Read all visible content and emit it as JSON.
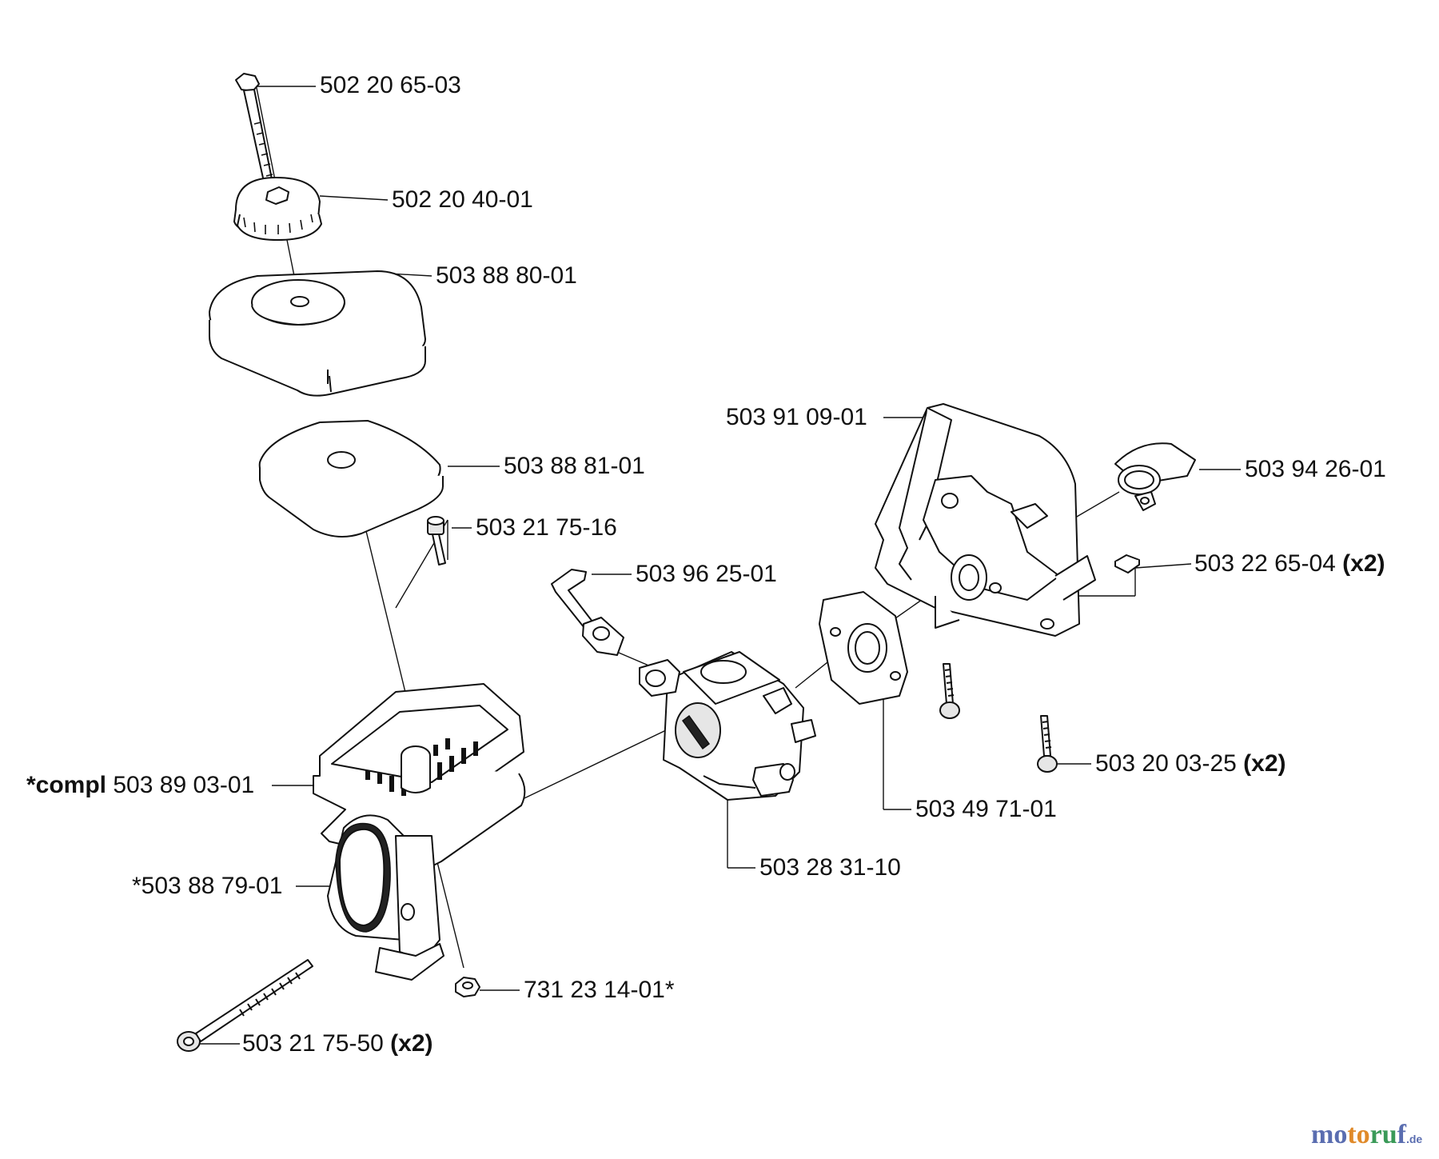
{
  "parts": [
    {
      "number": "502 20 65-03",
      "prefix": "",
      "qty": ""
    },
    {
      "number": "502 20 40-01",
      "prefix": "",
      "qty": ""
    },
    {
      "number": "503 88 80-01",
      "prefix": "",
      "qty": ""
    },
    {
      "number": "503 88 81-01",
      "prefix": "",
      "qty": ""
    },
    {
      "number": "503 21 75-16",
      "prefix": "",
      "qty": ""
    },
    {
      "number": "503 96 25-01",
      "prefix": "",
      "qty": ""
    },
    {
      "number": "503 91 09-01",
      "prefix": "",
      "qty": ""
    },
    {
      "number": "503 94 26-01",
      "prefix": "",
      "qty": ""
    },
    {
      "number": "503 22 65-04",
      "prefix": "",
      "qty": "(x2)"
    },
    {
      "number": "503 89 03-01",
      "prefix": "*compl",
      "qty": ""
    },
    {
      "number": "*503 88 79-01",
      "prefix": "",
      "qty": ""
    },
    {
      "number": "503 28 31-10",
      "prefix": "",
      "qty": ""
    },
    {
      "number": "503 49 71-01",
      "prefix": "",
      "qty": ""
    },
    {
      "number": "503 20 03-25",
      "prefix": "",
      "qty": "(x2)"
    },
    {
      "number": "731 23 14-01*",
      "prefix": "",
      "qty": ""
    },
    {
      "number": "503 21 75-50",
      "prefix": "",
      "qty": "(x2)"
    }
  ],
  "watermark": {
    "part1": "mo",
    "part2": "to",
    "part3": "ru",
    "part4": "f",
    "tld": ".de"
  }
}
